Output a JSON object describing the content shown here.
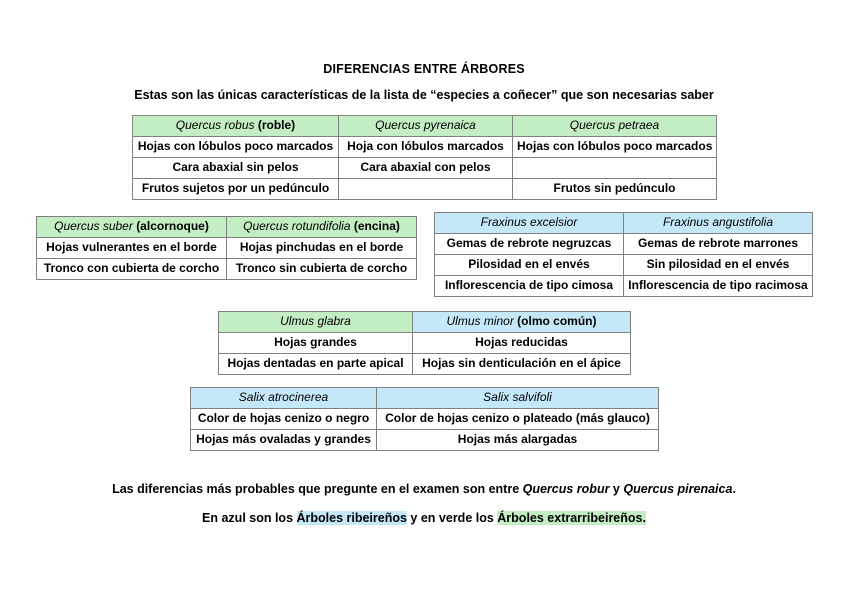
{
  "document": {
    "title": "DIFERENCIAS ENTRE ÁRBORES",
    "subtitle": "Estas son las únicas características de la lista de “especies a coñecer” que son necesarias saber"
  },
  "colors": {
    "green_header": "#c3edc3",
    "blue_header": "#c5e8f8",
    "border": "#808080",
    "text": "#000000",
    "page_background": "#ffffff"
  },
  "tables": [
    {
      "id": "quercus-robur",
      "headers": [
        {
          "species": "Quercus robus",
          "common": "(roble)",
          "fill": "green"
        },
        {
          "species": "Quercus pyrenaica",
          "common": "",
          "fill": "green"
        },
        {
          "species": "Quercus petraea",
          "common": "",
          "fill": "green"
        }
      ],
      "rows": [
        [
          "Hojas con lóbulos poco marcados",
          "Hoja con lóbulos marcados",
          "Hojas con lóbulos poco marcados"
        ],
        [
          "Cara abaxial sin pelos",
          "Cara abaxial con pelos",
          ""
        ],
        [
          "Frutos sujetos por un pedúnculo",
          "",
          "Frutos sin pedúnculo"
        ]
      ]
    },
    {
      "id": "quercus-suber",
      "headers": [
        {
          "species": "Quercus suber",
          "common": "(alcornoque)",
          "fill": "green"
        },
        {
          "species": "Quercus rotundifolia",
          "common": "(encina)",
          "fill": "green"
        }
      ],
      "rows": [
        [
          "Hojas vulnerantes en el borde",
          "Hojas pinchudas en el borde"
        ],
        [
          "Tronco con cubierta de corcho",
          "Tronco sin cubierta de corcho"
        ]
      ]
    },
    {
      "id": "fraxinus",
      "headers": [
        {
          "species": "Fraxinus excelsior",
          "common": "",
          "fill": "blue"
        },
        {
          "species": "Fraxinus angustifolia",
          "common": "",
          "fill": "blue"
        }
      ],
      "rows": [
        [
          "Gemas de rebrote negruzcas",
          "Gemas de rebrote marrones"
        ],
        [
          "Pilosidad en el envés",
          "Sin pilosidad en el envés"
        ],
        [
          "Inflorescencia de tipo cimosa",
          "Inflorescencia de tipo racimosa"
        ]
      ]
    },
    {
      "id": "ulmus",
      "headers": [
        {
          "species": "Ulmus glabra",
          "common": "",
          "fill": "green"
        },
        {
          "species": "Ulmus minor",
          "common": "(olmo común)",
          "fill": "blue"
        }
      ],
      "rows": [
        [
          "Hojas grandes",
          "Hojas reducidas"
        ],
        [
          "Hojas dentadas en parte apical",
          "Hojas sin denticulación en el ápice"
        ]
      ]
    },
    {
      "id": "salix",
      "headers": [
        {
          "species": "Salix atrocinerea",
          "common": "",
          "fill": "blue"
        },
        {
          "species": "Salix salvifoli",
          "common": "",
          "fill": "blue"
        }
      ],
      "rows": [
        [
          "Color de hojas cenizo o negro",
          "Color de hojas cenizo o plateado (más glauco)"
        ],
        [
          "Hojas más ovaladas y grandes",
          "Hojas más alargadas"
        ]
      ]
    }
  ],
  "footer": {
    "line1": {
      "prefix": "Las diferencias más probables que pregunte en el examen son entre ",
      "species1": "Quercus robur",
      "conjunction": " y ",
      "species2": "Quercus pirenaica",
      "suffix": "."
    },
    "line2": {
      "prefix": "En azul son los ",
      "blue_term": "Árboles ribeireños",
      "middle": " y en verde los ",
      "green_term": "Árboles extrarribeireños."
    }
  }
}
